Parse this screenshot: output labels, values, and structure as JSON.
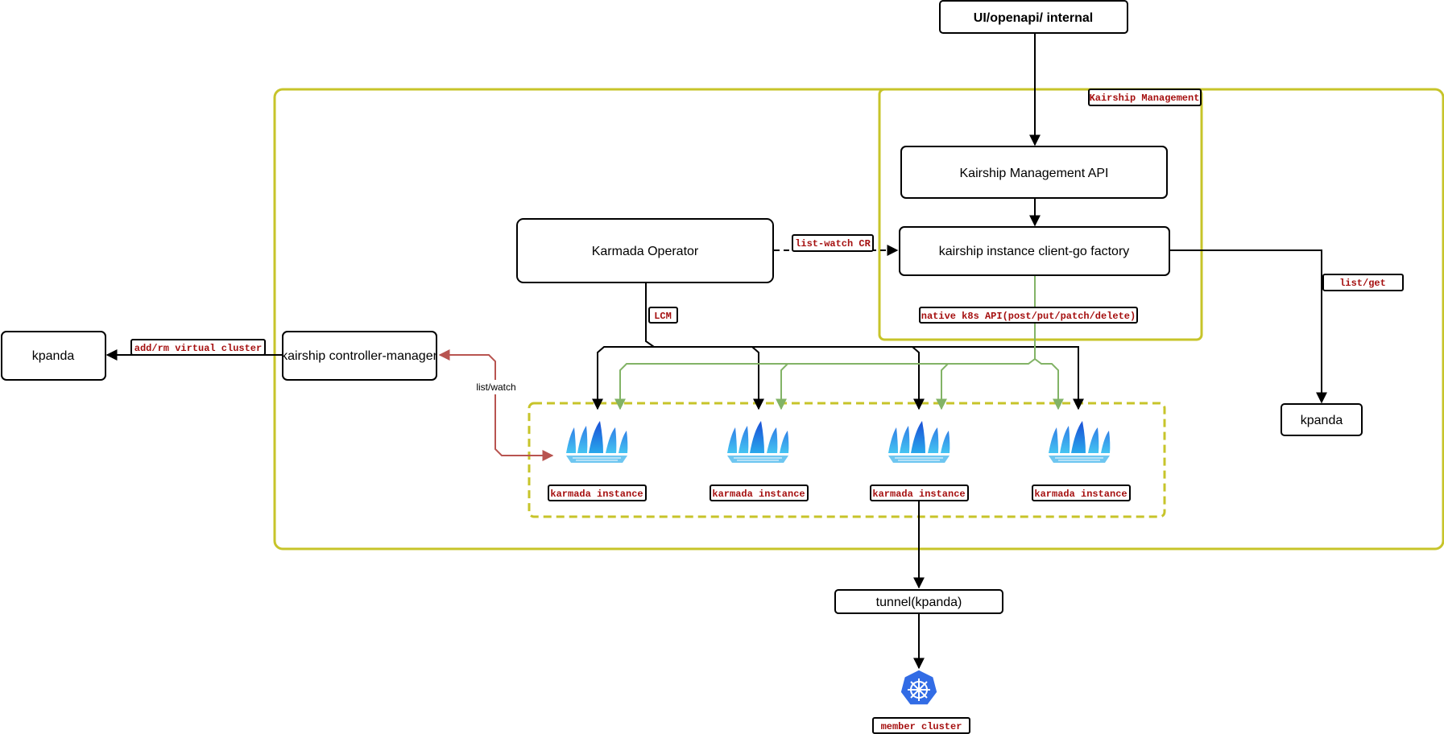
{
  "colors": {
    "outer_border": "#c7c42a",
    "inner_border": "#c7c42a",
    "dashed_border": "#c7c42a",
    "black_edge": "#000000",
    "green_edge": "#82b366",
    "red_edge": "#b85450",
    "code_text": "#a50f0f",
    "k8s_blue": "#326ce5",
    "sail_dark": "#1a4fd6",
    "sail_light": "#29a8ec"
  },
  "nodes": {
    "ui_openapi": "UI/openapi/ internal",
    "kairship_mgmt_api": "Kairship Management API",
    "client_go_factory": "kairship instance client-go factory",
    "karmada_operator": "Karmada Operator",
    "controller_manager": "kairship controller-manager",
    "kpanda_left": "kpanda",
    "kpanda_right": "kpanda",
    "tunnel": "tunnel(kpanda)"
  },
  "labels": {
    "kairship_management": "Kairship Management",
    "list_watch_cr": "list-watch CR",
    "list_get": "list/get",
    "lcm": "LCM",
    "native_api": "native k8s API(post/put/patch/delete)",
    "add_rm_virtual_cluster": "add/rm virtual cluster",
    "list_watch": "list/watch",
    "member_cluster": "member cluster"
  },
  "instances": [
    {
      "label": "karmada instance",
      "icon": "karmada-logo-icon"
    },
    {
      "label": "karmada instance",
      "icon": "karmada-logo-icon"
    },
    {
      "label": "karmada instance",
      "icon": "karmada-logo-icon"
    },
    {
      "label": "karmada instance",
      "icon": "karmada-logo-icon"
    }
  ]
}
